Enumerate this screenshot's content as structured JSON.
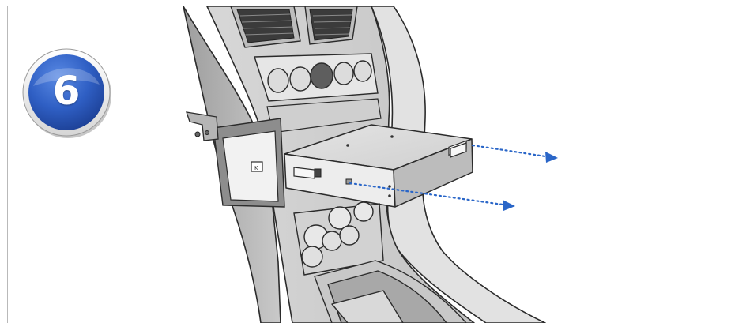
{
  "step": {
    "number": "6",
    "badge_color": "#2f5fc4",
    "badge_ring_color": "#ffffff"
  },
  "arrow_color": "#2a66c8",
  "icons": [
    "numbered-step-badge",
    "dotted-direction-arrow"
  ]
}
